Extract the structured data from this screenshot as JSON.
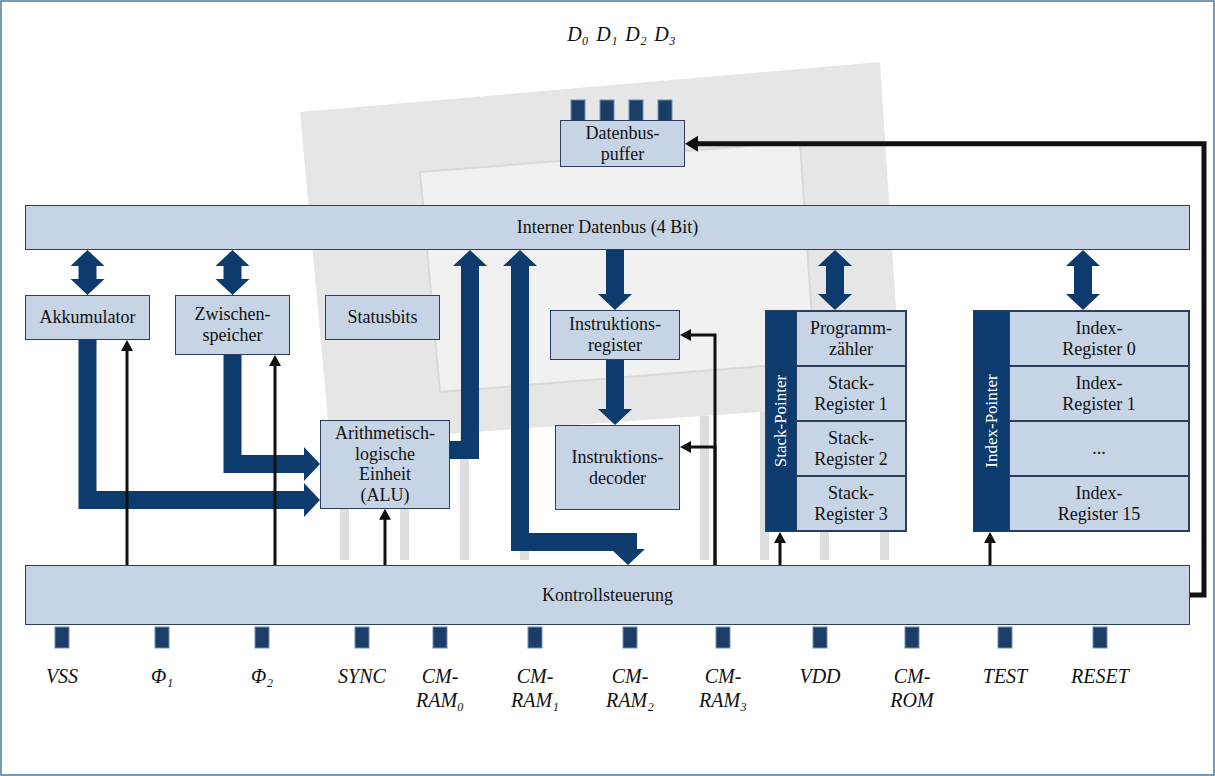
{
  "diagram": {
    "nodes": [
      {
        "text": [
          "Datenbus- puffer"
        ]
      },
      {
        "text": [
          "Interner Datenbus (4 Bit)"
        ]
      },
      {
        "text": [
          "Akkumulator"
        ]
      },
      {
        "text": [
          "Zwischen- speicher"
        ]
      },
      {
        "text": [
          "Statusbits"
        ]
      },
      {
        "text": [
          "Instruktions- register"
        ]
      },
      {
        "text": [
          "Stack-Pointer"
        ]
      },
      {
        "text": [
          "Programm- zähler"
        ],
        "in": 6
      },
      {
        "text": [
          "Stack- Register 1"
        ],
        "in": 6
      },
      {
        "text": [
          "Stack- Register 2"
        ],
        "in": 6
      },
      {
        "text": [
          "Stack- Register 3"
        ],
        "in": 6
      },
      {
        "text": [
          "Index-Pointer"
        ]
      },
      {
        "text": [
          "Index- Register 0"
        ],
        "in": 11
      },
      {
        "text": [
          "Index- Register 1"
        ],
        "in": 11
      },
      {
        "text": [
          "..."
        ],
        "in": 11
      },
      {
        "text": [
          "Index- Register 15"
        ],
        "in": 11
      },
      {
        "text": [
          "Arithmetisch- logische Einheit (ALU)"
        ]
      },
      {
        "text": [
          "Instruktions- decoder"
        ]
      },
      {
        "text": [
          "Kontrollsteuerung"
        ]
      }
    ],
    "edges": [
      {
        "from": 1,
        "to": 2,
        "arrow": "both"
      },
      {
        "from": 1,
        "to": 3,
        "arrow": "both"
      },
      {
        "from": 16,
        "to": 1,
        "arrow": "to"
      },
      {
        "from": 1,
        "to": 5,
        "arrow": "to"
      },
      {
        "from": 5,
        "to": 17,
        "arrow": "to"
      },
      {
        "from": 1,
        "to": 6,
        "arrow": "both"
      },
      {
        "from": 1,
        "to": 11,
        "arrow": "both"
      },
      {
        "from": 2,
        "to": 16,
        "arrow": "to"
      },
      {
        "from": 3,
        "to": 16,
        "arrow": "to"
      },
      {
        "from": 1,
        "to": 18,
        "arrow": "both"
      },
      {
        "from": 18,
        "to": 2,
        "arrow": "to"
      },
      {
        "from": 18,
        "to": 3,
        "arrow": "to"
      },
      {
        "from": 18,
        "to": 16,
        "arrow": "to"
      },
      {
        "from": 18,
        "to": 5,
        "arrow": "to"
      },
      {
        "from": 18,
        "to": 17,
        "arrow": "to"
      },
      {
        "from": 18,
        "to": 6,
        "arrow": "to"
      },
      {
        "from": 18,
        "to": 11,
        "arrow": "to"
      },
      {
        "from": 18,
        "to": 0,
        "arrow": "to"
      }
    ],
    "labels": [
      "D₀",
      "D₁",
      "D₂",
      "D₃",
      "VSS",
      "Φ₁",
      "Φ₂",
      "SYNC",
      "CM- RAM₀",
      "CM- RAM₁",
      "CM- RAM₂",
      "CM- RAM₃",
      "VDD",
      "CM- ROM",
      "TEST",
      "RESET"
    ]
  }
}
